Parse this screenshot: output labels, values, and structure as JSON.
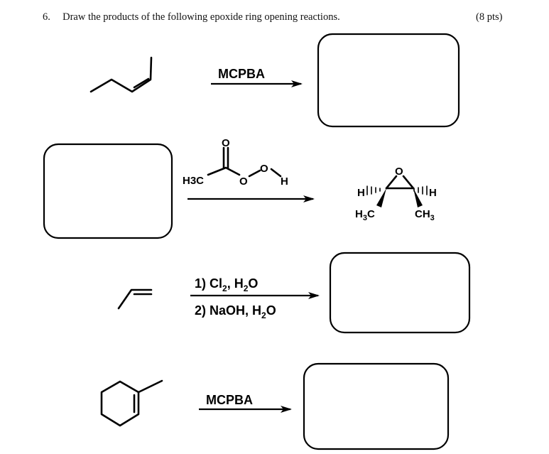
{
  "question": {
    "number": "6.",
    "text": "Draw the products of the following epoxide ring opening reactions.",
    "points": "(8 pts)"
  },
  "reactions": [
    {
      "reagent": "MCPBA"
    },
    {
      "reagent_structure": {
        "h3c": "H3C",
        "o": "O",
        "h": "H"
      }
    },
    {
      "reagents": {
        "step1": "1) Cl2, H2O",
        "step2": "2) NaOH, H2O"
      }
    },
    {
      "reagent": "MCPBA"
    }
  ],
  "epoxide": {
    "o": "O",
    "h_left": "H",
    "h_right": "H",
    "h3c": "H3C",
    "ch3": "CH3"
  }
}
